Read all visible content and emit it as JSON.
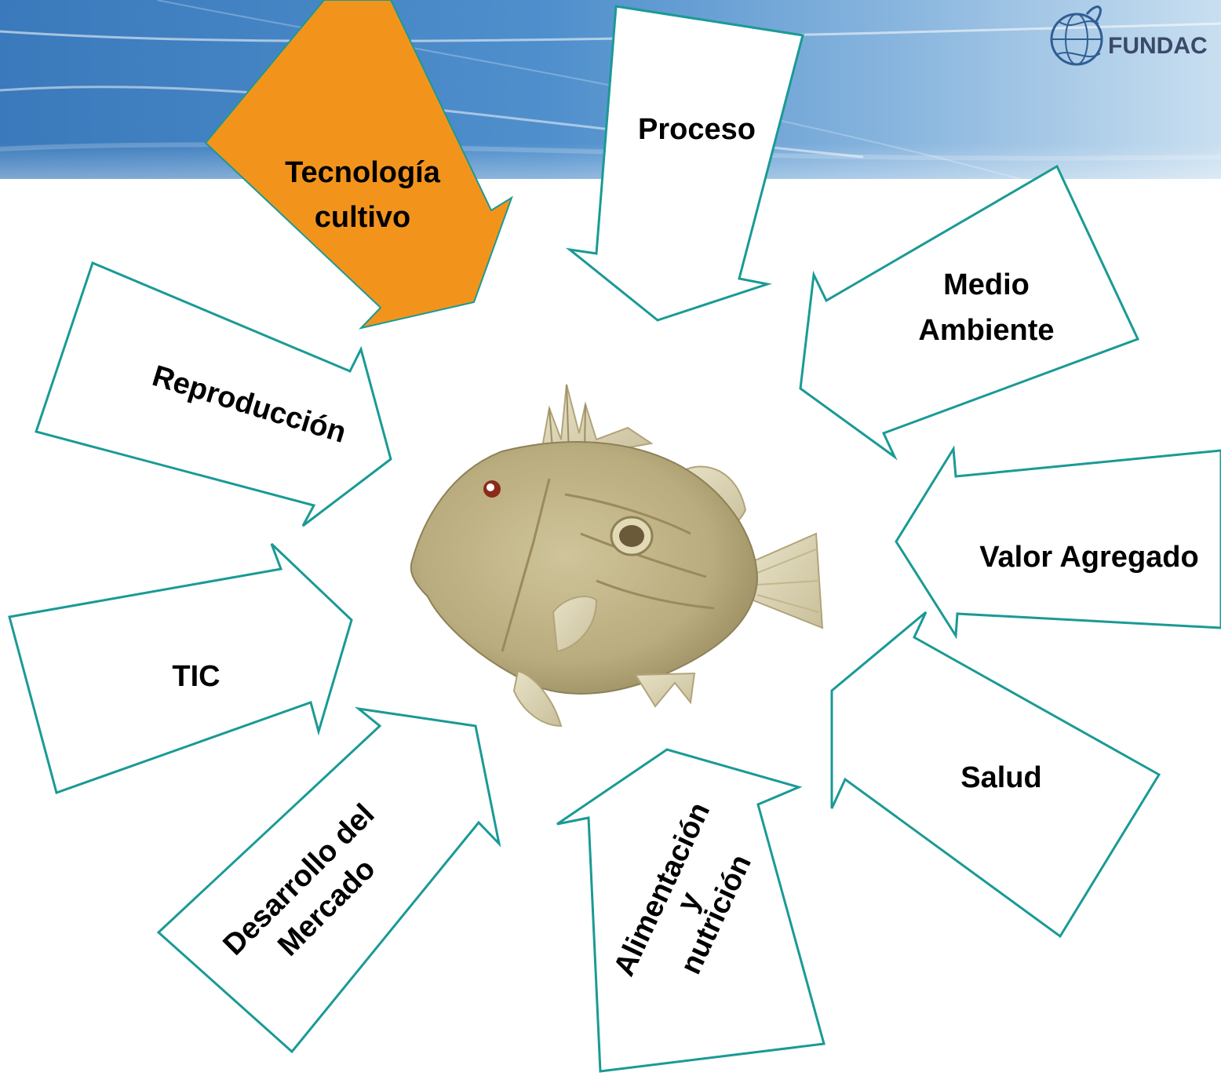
{
  "header": {
    "logo_text": "FUNDAC",
    "band_color": "#3f7fc0",
    "band_color_light": "#9cc3e4"
  },
  "colors": {
    "arrow_outline": "#1a9a95",
    "highlight": "#f2941c"
  },
  "center": {
    "image": "fish-illustration"
  },
  "arrows": {
    "tecnologia": {
      "line1": "Tecnología",
      "line2": "cultivo",
      "highlighted": true
    },
    "proceso": {
      "label": "Proceso"
    },
    "medio_ambiente": {
      "line1": "Medio",
      "line2": "Ambiente"
    },
    "reproduccion": {
      "label": "Reproducción"
    },
    "valor_agregado": {
      "label": "Valor Agregado"
    },
    "tic": {
      "label": "TIC"
    },
    "salud": {
      "label": "Salud"
    },
    "desarrollo": {
      "line1": "Desarrollo del",
      "line2": "Mercado"
    },
    "alimentacion": {
      "line1": "Alimentación",
      "line2": "y",
      "line3": "nutrición"
    }
  }
}
